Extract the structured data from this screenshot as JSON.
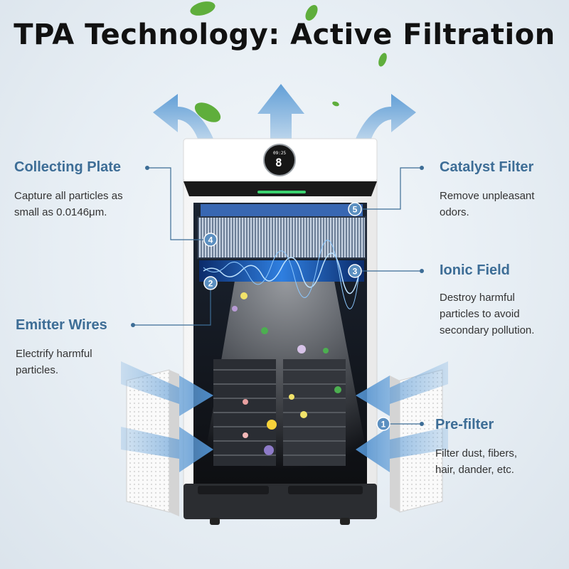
{
  "title": "TPA Technology: Active Filtration",
  "display": {
    "time": "09:25",
    "digit": "8"
  },
  "callouts": [
    {
      "number": "5",
      "label": "Catalyst Filter",
      "desc": [
        "Remove unpleasant",
        "odors."
      ]
    },
    {
      "number": "4",
      "label": "Collecting Plate",
      "desc": [
        "Capture all particles as",
        "small as 0.0146μm."
      ]
    },
    {
      "number": "3",
      "label": "Ionic Field",
      "desc": [
        "Destroy harmful",
        "particles to avoid",
        "secondary pollution."
      ]
    },
    {
      "number": "2",
      "label": "Emitter Wires",
      "desc": [
        "Electrify harmful",
        "particles."
      ]
    },
    {
      "number": "1",
      "label": "Pre-filter",
      "desc": [
        "Filter dust, fibers,",
        "hair, dander, etc."
      ]
    }
  ],
  "colors": {
    "label": "#3d6d96",
    "arrow": "#5b9bd5",
    "badge": "#5b8fc0",
    "ionic": "#2f7fe0"
  },
  "icons": [
    "leaf-icon",
    "airflow-arrow-icon",
    "particle-icon"
  ]
}
